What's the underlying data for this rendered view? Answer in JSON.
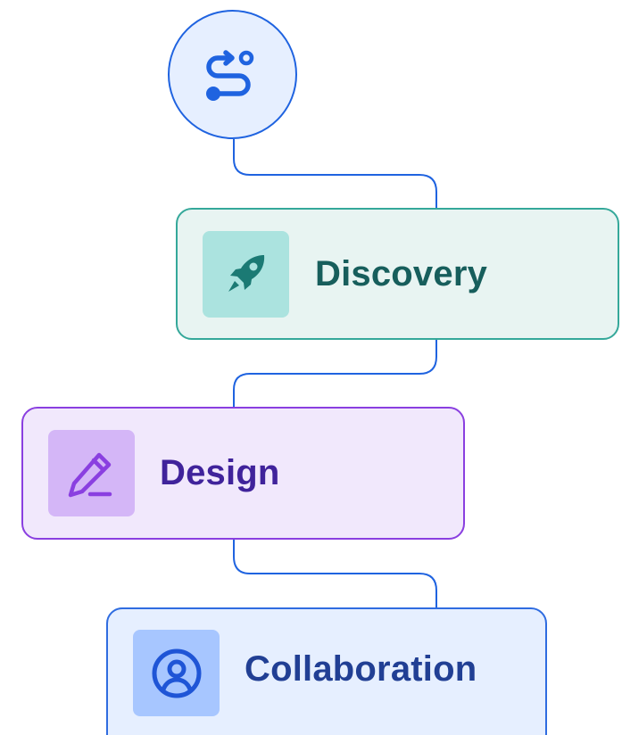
{
  "diagram": {
    "start_node": {
      "icon": "route-icon",
      "color": "#1f63e0"
    },
    "connector_color": "#1f63e0",
    "steps": [
      {
        "label": "Discovery",
        "icon": "rocket-icon",
        "accent": "#35a89a"
      },
      {
        "label": "Design",
        "icon": "pencil-icon",
        "accent": "#8a3fe0"
      },
      {
        "label": "Collaboration",
        "icon": "user-circle-icon",
        "accent": "#2f6ce0"
      }
    ]
  }
}
